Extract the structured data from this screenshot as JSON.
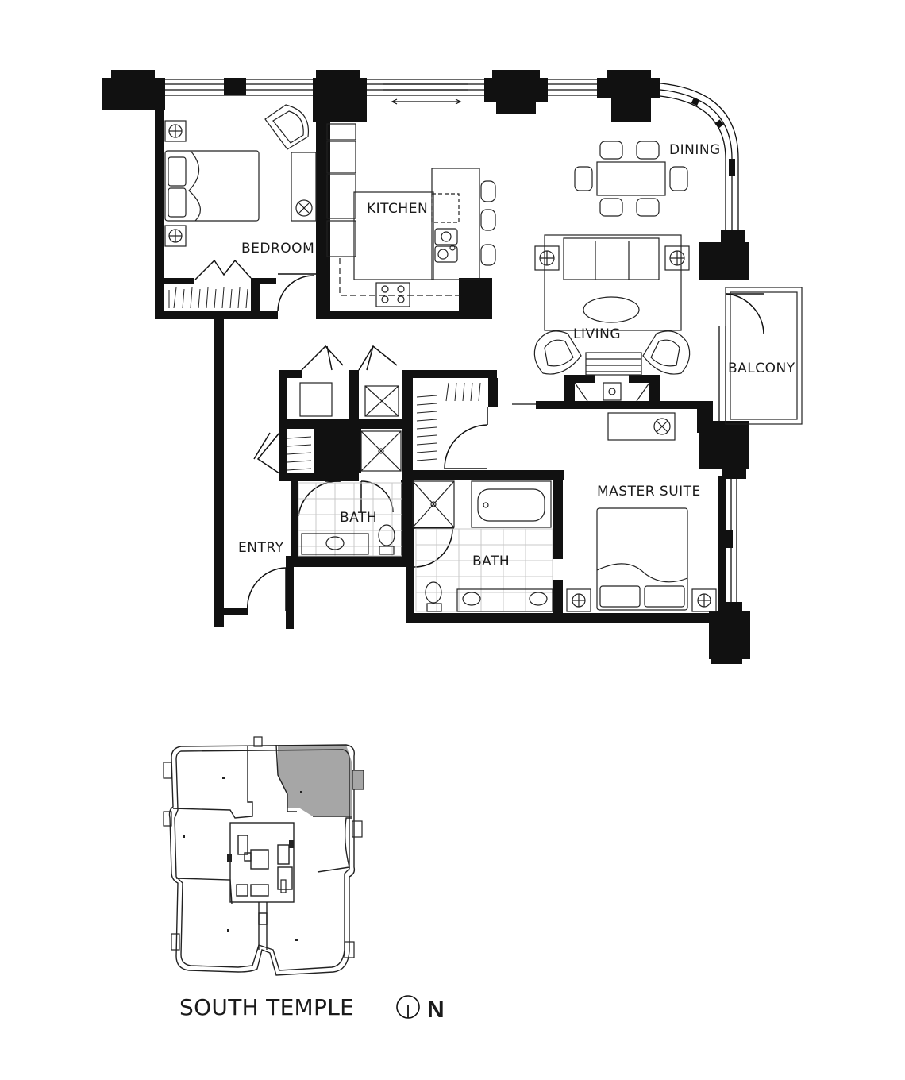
{
  "rooms": {
    "bedroom": "BEDROOM",
    "kitchen": "KITCHEN",
    "dining": "DINING",
    "living": "LIVING",
    "balcony": "BALCONY",
    "bath_1": "BATH",
    "bath_2": "BATH",
    "entry": "ENTRY",
    "master_suite": "MASTER SUITE"
  },
  "key_plan": {
    "street": "SOUTH TEMPLE",
    "north": "N",
    "highlight_color": "#a6a6a6"
  },
  "colors": {
    "wall": "#111111",
    "tile": "#dddddd"
  }
}
